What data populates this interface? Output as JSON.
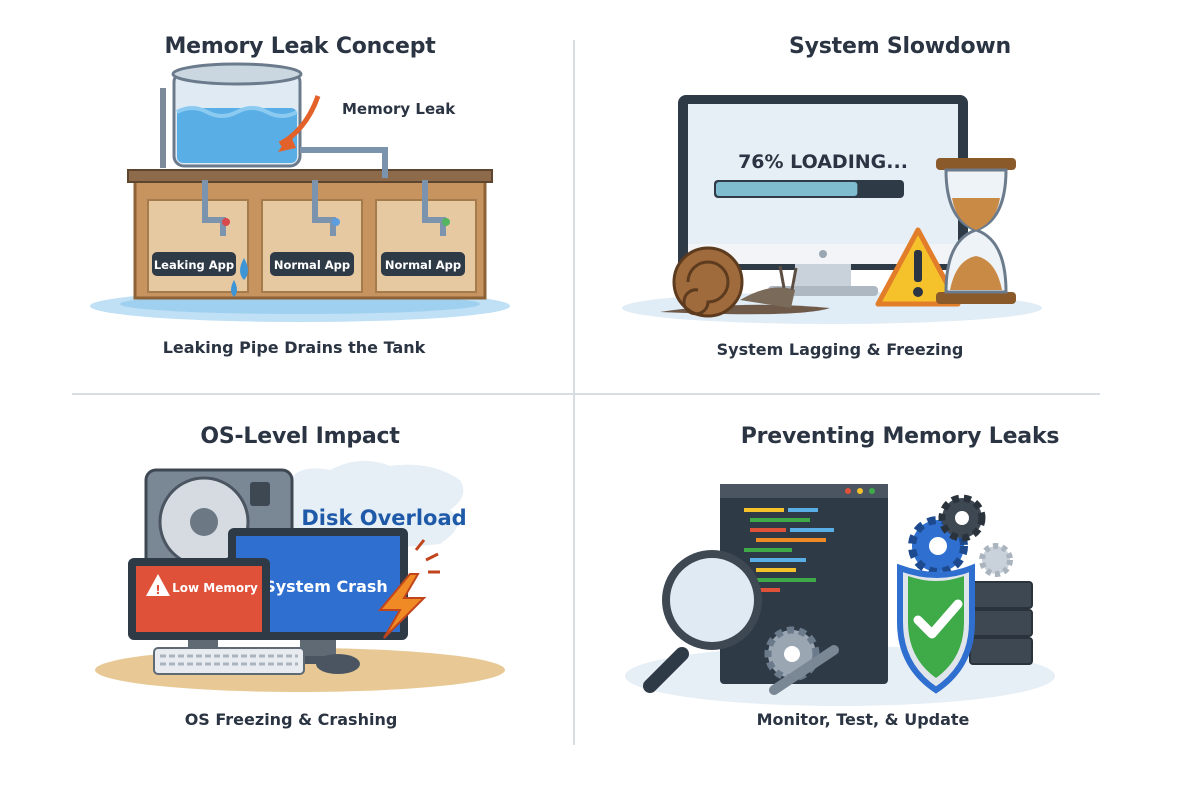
{
  "panels": {
    "memory_leak": {
      "title": "Memory Leak Concept",
      "callout": "Memory Leak",
      "apps": [
        "Leaking App",
        "Normal App",
        "Normal App"
      ],
      "caption": "Leaking Pipe Drains the Tank"
    },
    "slowdown": {
      "title": "System Slowdown",
      "loading_text": "76% LOADING...",
      "progress": 0.76,
      "caption": "System Lagging & Freezing"
    },
    "os_impact": {
      "title": "OS-Level Impact",
      "disk_label": "Disk Overload",
      "low_memory": "Low Memory",
      "crash_label": "System Crash",
      "caption": "OS Freezing & Crashing"
    },
    "prevent": {
      "title": "Preventing Memory Leaks",
      "caption": "Monitor, Test, & Update"
    }
  },
  "colors": {
    "text": "#2b3442",
    "water": "#5aaee6",
    "callout_arrow": "#e2622a",
    "screen_blue": "#2f6fd0",
    "alert_red": "#e0513a",
    "warning_yellow": "#f6c22c",
    "shield_green": "#3eaa48"
  }
}
